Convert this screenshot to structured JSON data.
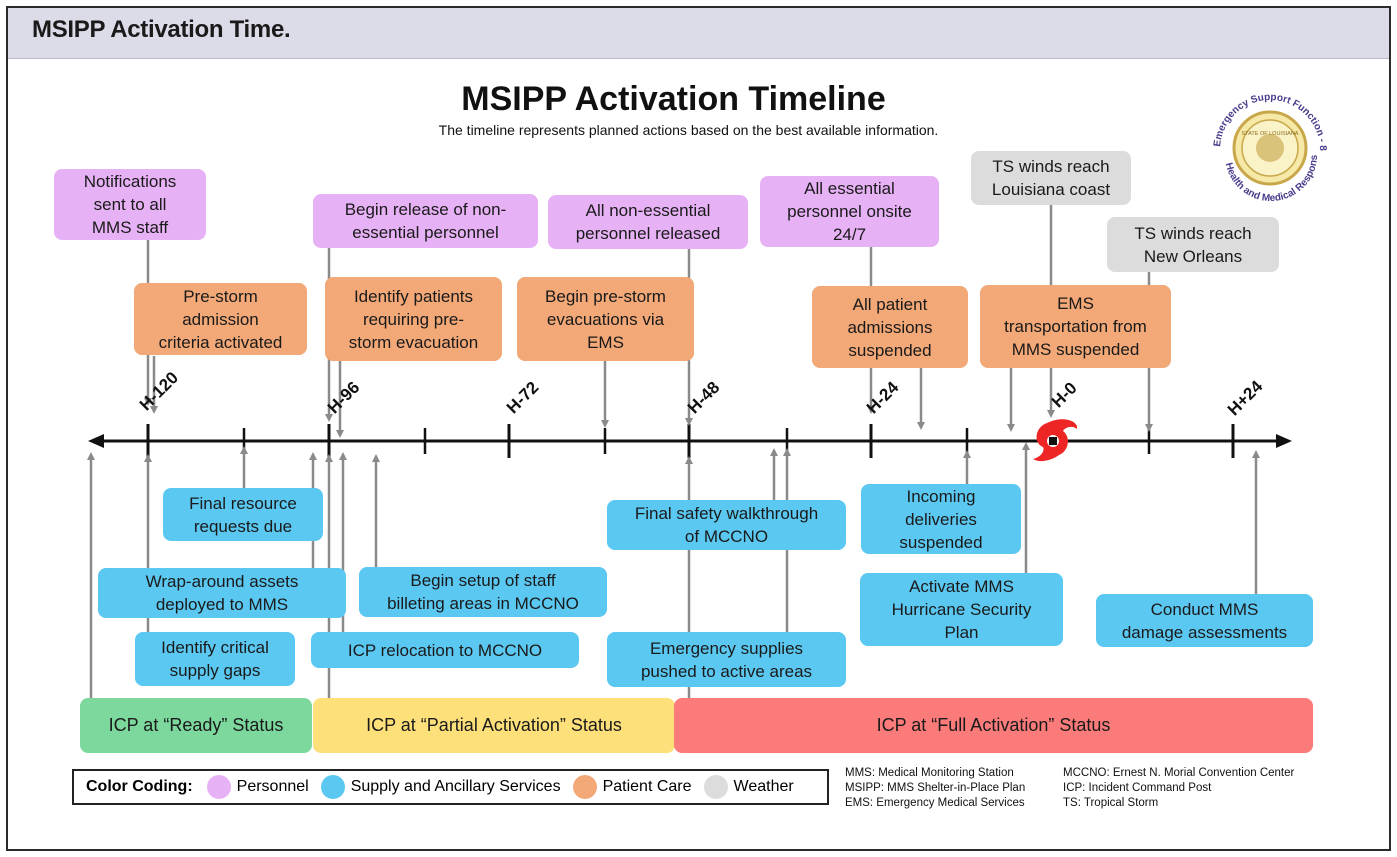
{
  "header": {
    "title": "MSIPP Activation Time."
  },
  "main_title": "MSIPP Activation Timeline",
  "subtitle": "The timeline represents planned actions based on the best available information.",
  "logo": {
    "top_text": "Emergency Support Function - 8",
    "bottom_text": "Health and Medical Response",
    "seal_text": "STATE OF LOUISIANA"
  },
  "colors": {
    "personnel": "#e7b2f5",
    "supply": "#5bc8f2",
    "patient_care": "#f2a877",
    "weather": "#dcdcdc",
    "ready": "#7dd89e",
    "partial": "#fde07a",
    "full": "#fb7b7b"
  },
  "ticks": [
    "H-120",
    "H-96",
    "H-72",
    "H-48",
    "H-24",
    "H-0",
    "H+24"
  ],
  "events_above": {
    "notifications": "Notifications\nsent to all\nMMS staff",
    "prestorm_criteria": "Pre-storm\nadmission\ncriteria activated",
    "begin_release": "Begin release of non-\nessential personnel",
    "identify_patients": "Identify patients\nrequiring pre-\nstorm evacuation",
    "all_nonessential": "All non-essential\npersonnel released",
    "begin_evacuations": "Begin pre-storm\nevacuations via\nEMS",
    "all_essential": "All essential\npersonnel onsite\n24/7",
    "all_admissions": "All patient\nadmissions\nsuspended",
    "ts_coast": "TS winds reach\nLouisiana coast",
    "ems_transport": "EMS\ntransportation from\nMMS suspended",
    "ts_neworleans": "TS winds reach\nNew Orleans"
  },
  "events_below": {
    "final_requests": "Final resource\nrequests due",
    "wraparound": "Wrap-around assets\ndeployed to MMS",
    "critical_gaps": "Identify critical\nsupply gaps",
    "begin_setup": "Begin setup of staff\nbilleting areas in MCCNO",
    "icp_relocation": "ICP relocation to MCCNO",
    "final_walkthrough": "Final safety walkthrough\nof MCCNO",
    "emergency_supplies": "Emergency supplies\npushed to active areas",
    "incoming_deliveries": "Incoming\ndeliveries\nsuspended",
    "activate_security": "Activate MMS\nHurricane Security\nPlan",
    "damage_assessments": "Conduct MMS\ndamage assessments"
  },
  "status_bars": {
    "ready": "ICP at “Ready” Status",
    "partial": "ICP at “Partial Activation” Status",
    "full": "ICP at “Full Activation” Status"
  },
  "legend": {
    "title": "Color Coding:",
    "items": [
      "Personnel",
      "Supply and Ancillary Services",
      "Patient Care",
      "Weather"
    ]
  },
  "abbreviations": {
    "left": [
      "MMS: Medical Monitoring Station",
      "MSIPP: MMS Shelter-in-Place Plan",
      "EMS: Emergency Medical Services"
    ],
    "right": [
      "MCCNO: Ernest N. Morial Convention Center",
      "ICP: Incident Command Post",
      "TS: Tropical Storm"
    ]
  }
}
